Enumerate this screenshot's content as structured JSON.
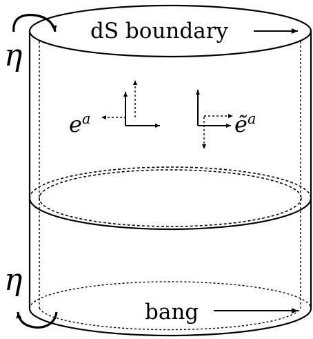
{
  "labels": {
    "top_boundary": "dS boundary",
    "bottom_boundary": "bang",
    "eta_top": "η",
    "eta_bottom": "η",
    "frame_left": "e",
    "frame_left_sup": "a",
    "frame_right": "ẽ",
    "frame_right_sup": "a"
  },
  "colors": {
    "stroke": "#000000",
    "background": "#ffffff"
  }
}
